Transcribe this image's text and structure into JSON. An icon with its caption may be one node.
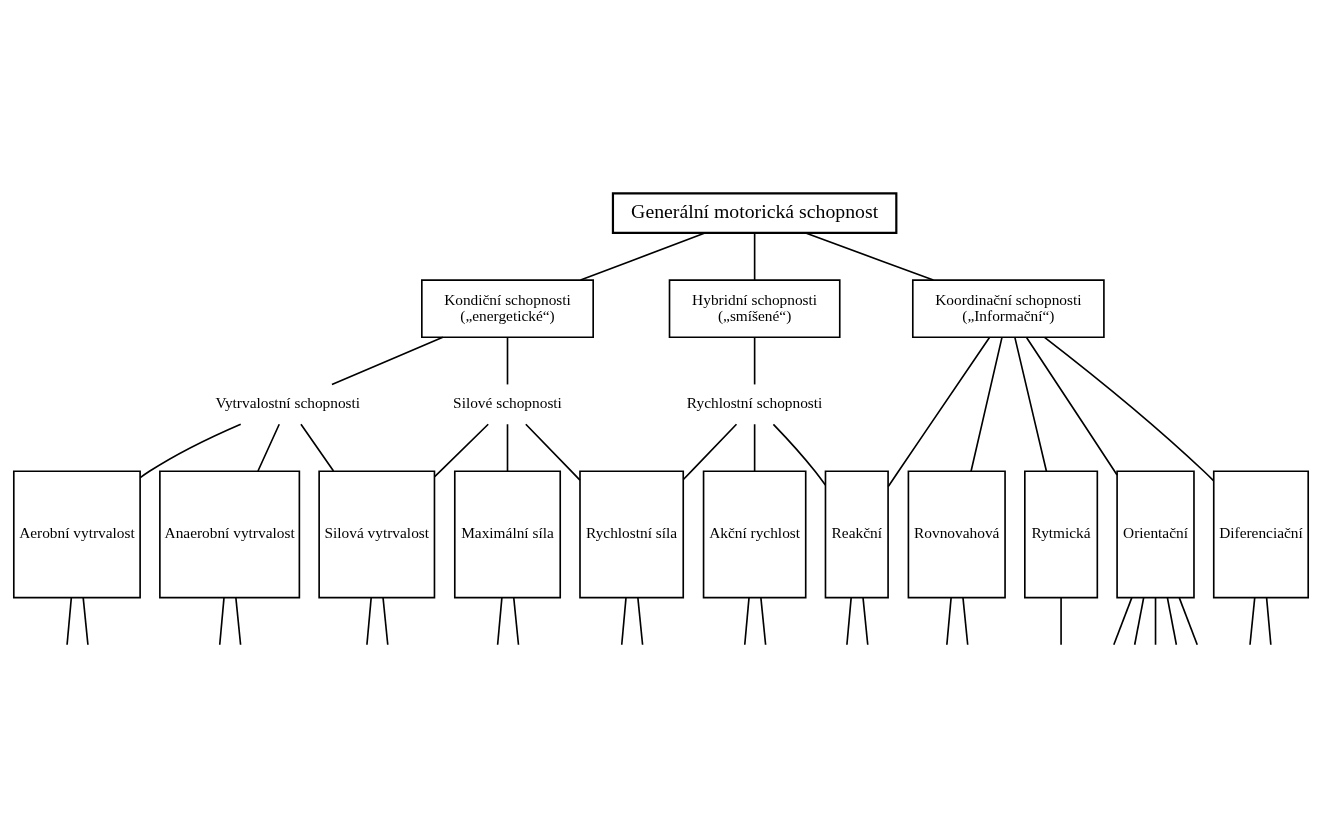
{
  "diagram": {
    "nodes": [
      {
        "text": [
          "Generální motorická schopnost"
        ]
      },
      {
        "text": [
          "Kondiční schopnosti",
          "(„energetické“)"
        ]
      },
      {
        "text": [
          "Hybridní schopnosti",
          "(„smíšené“)"
        ]
      },
      {
        "text": [
          "Koordinační schopnosti",
          "(„Informační“)"
        ]
      },
      {
        "text": [
          "Vytrvalostní schopnosti"
        ]
      },
      {
        "text": [
          "Silové schopnosti"
        ]
      },
      {
        "text": [
          "Rychlostní schopnosti"
        ]
      },
      {
        "text": [
          "Aerobní vytrvalost"
        ]
      },
      {
        "text": [
          "Anaerobní vytrvalost"
        ]
      },
      {
        "text": [
          "Silová vytrvalost"
        ]
      },
      {
        "text": [
          "Maximální síla"
        ]
      },
      {
        "text": [
          "Rychlostní síla"
        ]
      },
      {
        "text": [
          "Akční rychlost"
        ]
      },
      {
        "text": [
          "Reakční"
        ]
      },
      {
        "text": [
          "Rovnovahová"
        ]
      },
      {
        "text": [
          "Rytmická"
        ]
      },
      {
        "text": [
          "Orientační"
        ]
      },
      {
        "text": [
          "Diferenciační"
        ]
      }
    ],
    "edges": [
      {
        "from": 0,
        "to": 1,
        "arrow": "none"
      },
      {
        "from": 0,
        "to": 2,
        "arrow": "none"
      },
      {
        "from": 0,
        "to": 3,
        "arrow": "none"
      },
      {
        "from": 1,
        "to": 4,
        "arrow": "none"
      },
      {
        "from": 1,
        "to": 5,
        "arrow": "none"
      },
      {
        "from": 2,
        "to": 6,
        "arrow": "none"
      },
      {
        "from": 4,
        "to": 7,
        "arrow": "none"
      },
      {
        "from": 4,
        "to": 8,
        "arrow": "none"
      },
      {
        "from": 4,
        "to": 9,
        "arrow": "none"
      },
      {
        "from": 5,
        "to": 9,
        "arrow": "none"
      },
      {
        "from": 5,
        "to": 10,
        "arrow": "none"
      },
      {
        "from": 5,
        "to": 11,
        "arrow": "none"
      },
      {
        "from": 6,
        "to": 11,
        "arrow": "none"
      },
      {
        "from": 6,
        "to": 12,
        "arrow": "none"
      },
      {
        "from": 6,
        "to": 13,
        "arrow": "none"
      },
      {
        "from": 3,
        "to": 13,
        "arrow": "none"
      },
      {
        "from": 3,
        "to": 14,
        "arrow": "none"
      },
      {
        "from": 3,
        "to": 15,
        "arrow": "none"
      },
      {
        "from": 3,
        "to": 16,
        "arrow": "none"
      },
      {
        "from": 3,
        "to": 17,
        "arrow": "none"
      },
      {
        "from": 7,
        "to": null,
        "arrow": "none"
      },
      {
        "from": 7,
        "to": null,
        "arrow": "none"
      },
      {
        "from": 8,
        "to": null,
        "arrow": "none"
      },
      {
        "from": 8,
        "to": null,
        "arrow": "none"
      },
      {
        "from": 9,
        "to": null,
        "arrow": "none"
      },
      {
        "from": 9,
        "to": null,
        "arrow": "none"
      },
      {
        "from": 10,
        "to": null,
        "arrow": "none"
      },
      {
        "from": 10,
        "to": null,
        "arrow": "none"
      },
      {
        "from": 11,
        "to": null,
        "arrow": "none"
      },
      {
        "from": 11,
        "to": null,
        "arrow": "none"
      },
      {
        "from": 12,
        "to": null,
        "arrow": "none"
      },
      {
        "from": 12,
        "to": null,
        "arrow": "none"
      },
      {
        "from": 13,
        "to": null,
        "arrow": "none"
      },
      {
        "from": 13,
        "to": null,
        "arrow": "none"
      },
      {
        "from": 14,
        "to": null,
        "arrow": "none"
      },
      {
        "from": 14,
        "to": null,
        "arrow": "none"
      },
      {
        "from": 15,
        "to": null,
        "arrow": "none"
      },
      {
        "from": 16,
        "to": null,
        "arrow": "none"
      },
      {
        "from": 16,
        "to": null,
        "arrow": "none"
      },
      {
        "from": 16,
        "to": null,
        "arrow": "none"
      },
      {
        "from": 16,
        "to": null,
        "arrow": "none"
      },
      {
        "from": 16,
        "to": null,
        "arrow": "none"
      },
      {
        "from": 17,
        "to": null,
        "arrow": "none"
      },
      {
        "from": 17,
        "to": null,
        "arrow": "none"
      }
    ]
  }
}
